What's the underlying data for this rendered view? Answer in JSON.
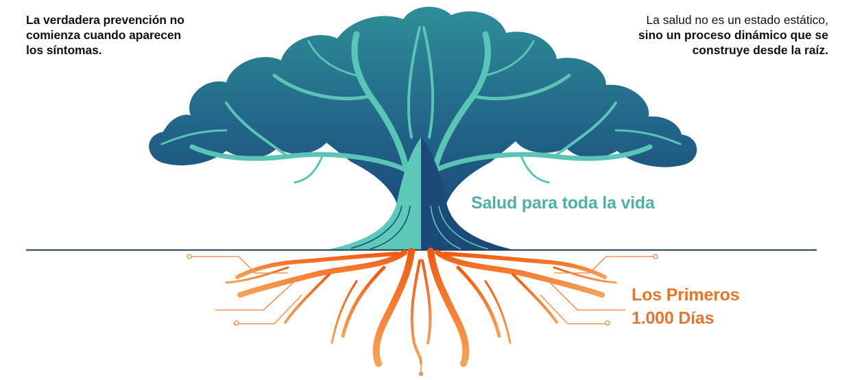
{
  "quotes": {
    "left": {
      "lines": [
        "La verdadera prevención no",
        "comienza cuando aparecen",
        "los síntomas."
      ]
    },
    "right": {
      "light_line": "La salud no es un estado estático,",
      "bold_lines": [
        "sino un proceso dinámico que se",
        "construye desde la raíz."
      ]
    }
  },
  "labels": {
    "canopy": "Salud para toda la vida",
    "roots": [
      "Los Primeros",
      "1.000 Días"
    ]
  },
  "illustration": {
    "subject": "tree-with-roots",
    "colors": {
      "canopy_dark": "#1c4f7c",
      "canopy_mid": "#2a7f92",
      "branch_teal": "#5cc9b9",
      "trunk_navy": "#1c4a78",
      "ground_line": "#1f3a52",
      "roots_orange": "#f26a1b",
      "roots_light": "#f7a35a"
    }
  }
}
